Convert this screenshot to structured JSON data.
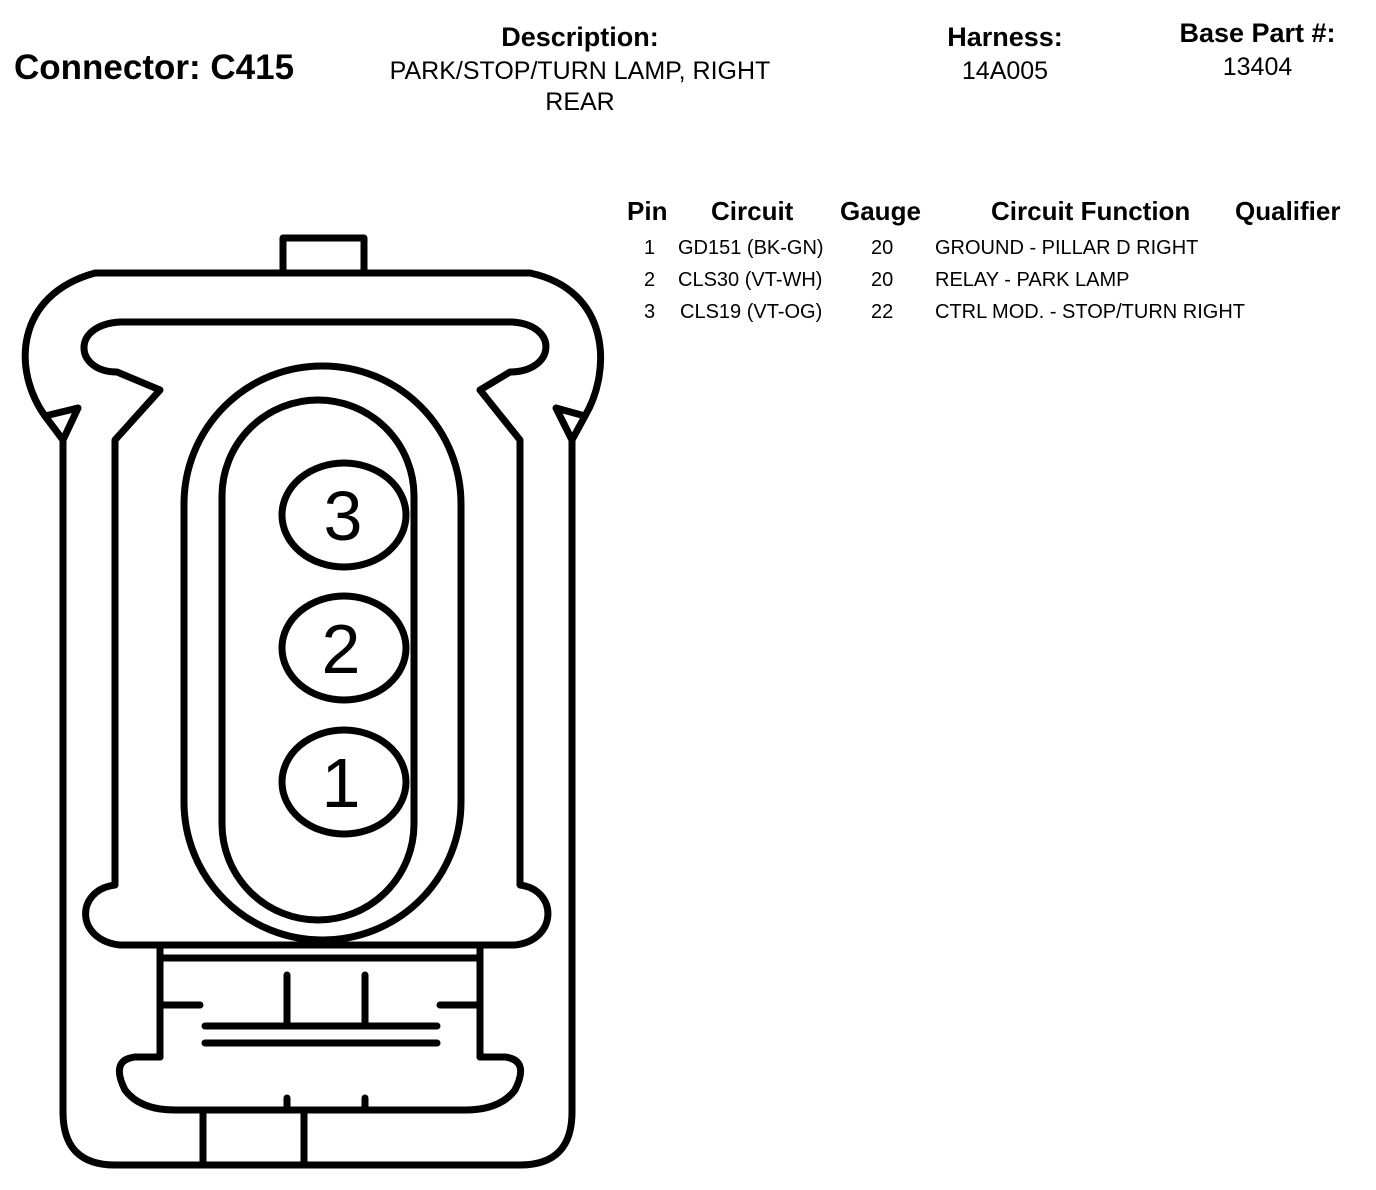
{
  "header": {
    "connector_title": "Connector: C415",
    "description_label": "Description:",
    "description_line1": "PARK/STOP/TURN LAMP, RIGHT",
    "description_line2": "REAR",
    "harness_label": "Harness:",
    "harness_value": "14A005",
    "base_part_label": "Base Part #:",
    "base_part_value": "13404"
  },
  "table": {
    "headers": {
      "pin": "Pin",
      "circuit": "Circuit",
      "gauge": "Gauge",
      "function": "Circuit Function",
      "qualifier": "Qualifier"
    },
    "rows": [
      {
        "pin": "1",
        "circuit": "GD151 (BK-GN)",
        "gauge": "20",
        "function": "GROUND - PILLAR D RIGHT",
        "qualifier": ""
      },
      {
        "pin": "2",
        "circuit": "CLS30 (VT-WH)",
        "gauge": "20",
        "function": "RELAY - PARK LAMP",
        "qualifier": ""
      },
      {
        "pin": "3",
        "circuit": "CLS19 (VT-OG)",
        "gauge": "22",
        "function": "CTRL MOD. - STOP/TURN RIGHT",
        "qualifier": ""
      }
    ]
  },
  "diagram": {
    "pin_labels": [
      "3",
      "2",
      "1"
    ],
    "stroke_color": "#000000"
  }
}
